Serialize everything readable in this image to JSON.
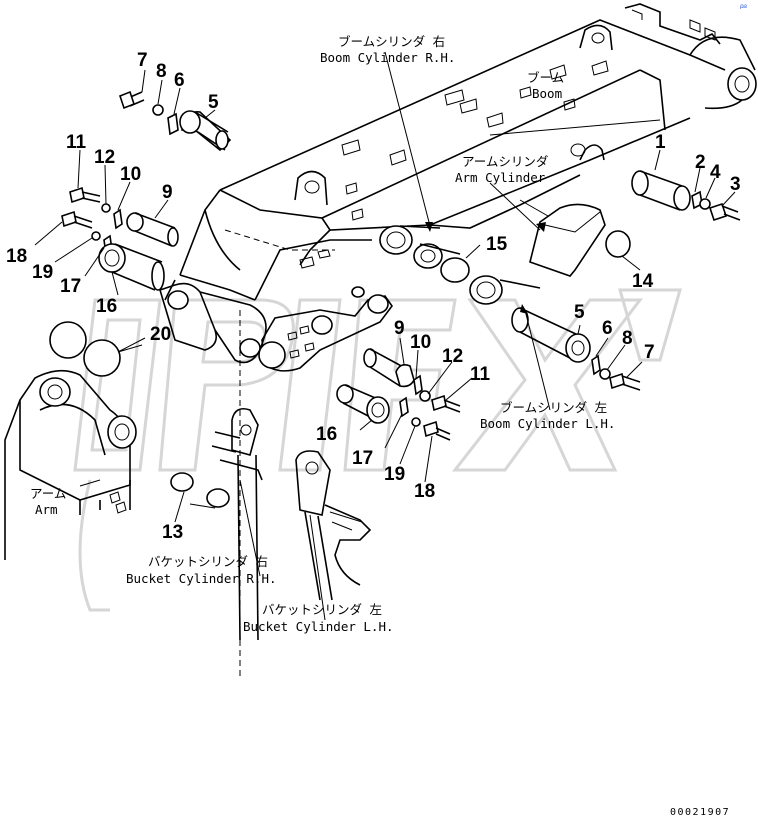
{
  "labels": {
    "boom_cyl_rh_jp": "ブームシリンダ 右",
    "boom_cyl_rh_en": "Boom Cylinder R.H.",
    "boom_jp": "ブーム",
    "boom_en": "Boom",
    "arm_cyl_jp": "アームシリンダ",
    "arm_cyl_en": "Arm Cylinder",
    "boom_cyl_lh_jp": "ブームシリンダ 左",
    "boom_cyl_lh_en": "Boom Cylinder L.H.",
    "arm_jp": "アーム",
    "arm_en": "Arm",
    "bucket_cyl_rh_jp": "バケットシリンダ 右",
    "bucket_cyl_rh_en": "Bucket Cylinder R.H.",
    "bucket_cyl_lh_jp": "バケットシリンダ 左",
    "bucket_cyl_lh_en": "Bucket Cylinder L.H."
  },
  "callouts": {
    "n1": "1",
    "n2": "2",
    "n3": "3",
    "n4": "4",
    "n5a": "5",
    "n5b": "5",
    "n6a": "6",
    "n6b": "6",
    "n7a": "7",
    "n7b": "7",
    "n8a": "8",
    "n8b": "8",
    "n9a": "9",
    "n9b": "9",
    "n10a": "10",
    "n10b": "10",
    "n11a": "11",
    "n11b": "11",
    "n12a": "12",
    "n12b": "12",
    "n13": "13",
    "n14": "14",
    "n15": "15",
    "n16a": "16",
    "n16b": "16",
    "n17a": "17",
    "n17b": "17",
    "n18a": "18",
    "n18b": "18",
    "n19a": "19",
    "n19b": "19",
    "n20": "20"
  },
  "drawing_code": "00021907",
  "corner_mark": "ᵖᵃ"
}
